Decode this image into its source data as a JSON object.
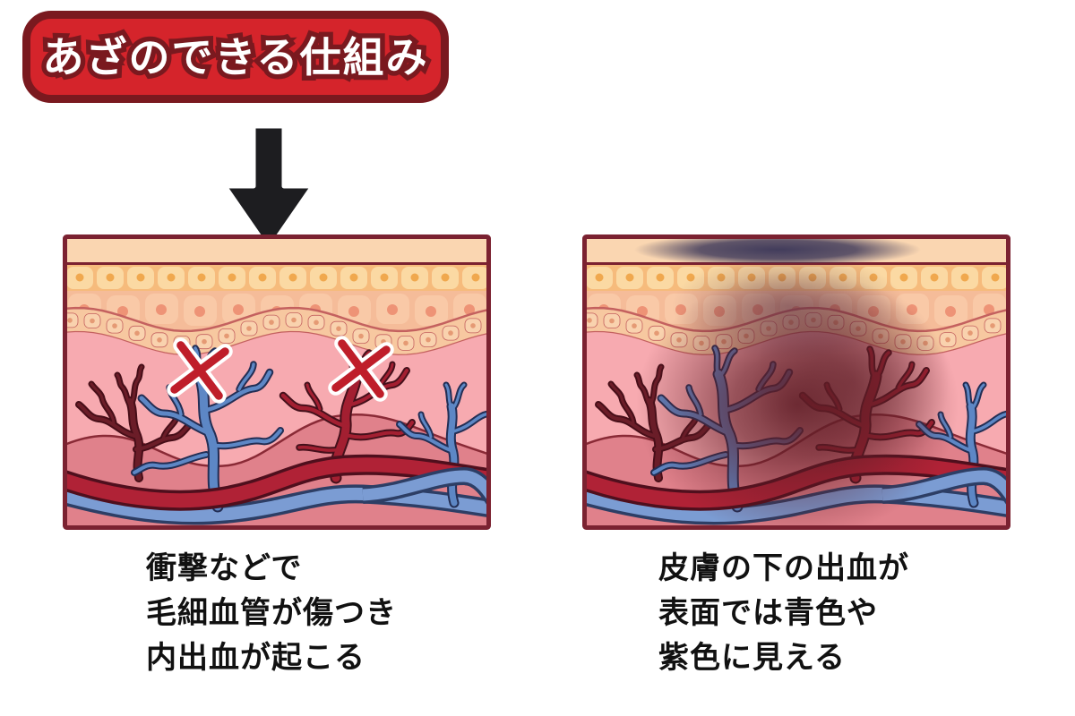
{
  "title": {
    "text": "あざのできる仕組み"
  },
  "arrow": {
    "meaning": "impact from outside"
  },
  "panels": [
    {
      "id": "before",
      "caption": "衝撃などで\n毛細血管が傷つき\n内出血が起こる",
      "damage_marks": 2,
      "bruise_visible": false
    },
    {
      "id": "after",
      "caption": "皮膚の下の出血が\n表面では青色や\n紫色に見える",
      "damage_marks": 0,
      "bruise_visible": true
    }
  ],
  "palette": {
    "badge_red": "#d5242b",
    "badge_dark": "#7a191f",
    "arrow_black": "#1d1d20",
    "panel_border": "#7b2231",
    "cream": "#fad6b1",
    "row1_bg": "#f6bb7c",
    "row1_cell": "#fbd9a3",
    "row1_dot": "#f0a84e",
    "row2_bg": "#f5bc99",
    "row2_cell": "#f9c9a7",
    "row2_dot": "#ee9376",
    "band_fill": "#f7c8a0",
    "band_stroke": "#c4615f",
    "band_cell": "#f9d2ae",
    "band_dot": "#e59a74",
    "dermis_pink": "#f7aab0",
    "hills_rose": "#e0818b",
    "hills_line": "#8a2a36",
    "artery_red": "#b02236",
    "artery_dark": "#4f0f1d",
    "vein_blue": "#7b9cd3",
    "vein_dark": "#2d3e65",
    "tree_maroon": "#6b1d28",
    "tree_maroon_dark": "#470e18",
    "tree_blue": "#5d87c5",
    "tree_blue_dark": "#232e54",
    "tree_red": "#a31f31",
    "tree_red_dark": "#45101b",
    "x_mark_red": "#bf1e2a",
    "bruise_surface": "#383457",
    "bruise_deep": "#5f1d26",
    "bruise_mid": "#563046",
    "caption_text": "#111111"
  }
}
